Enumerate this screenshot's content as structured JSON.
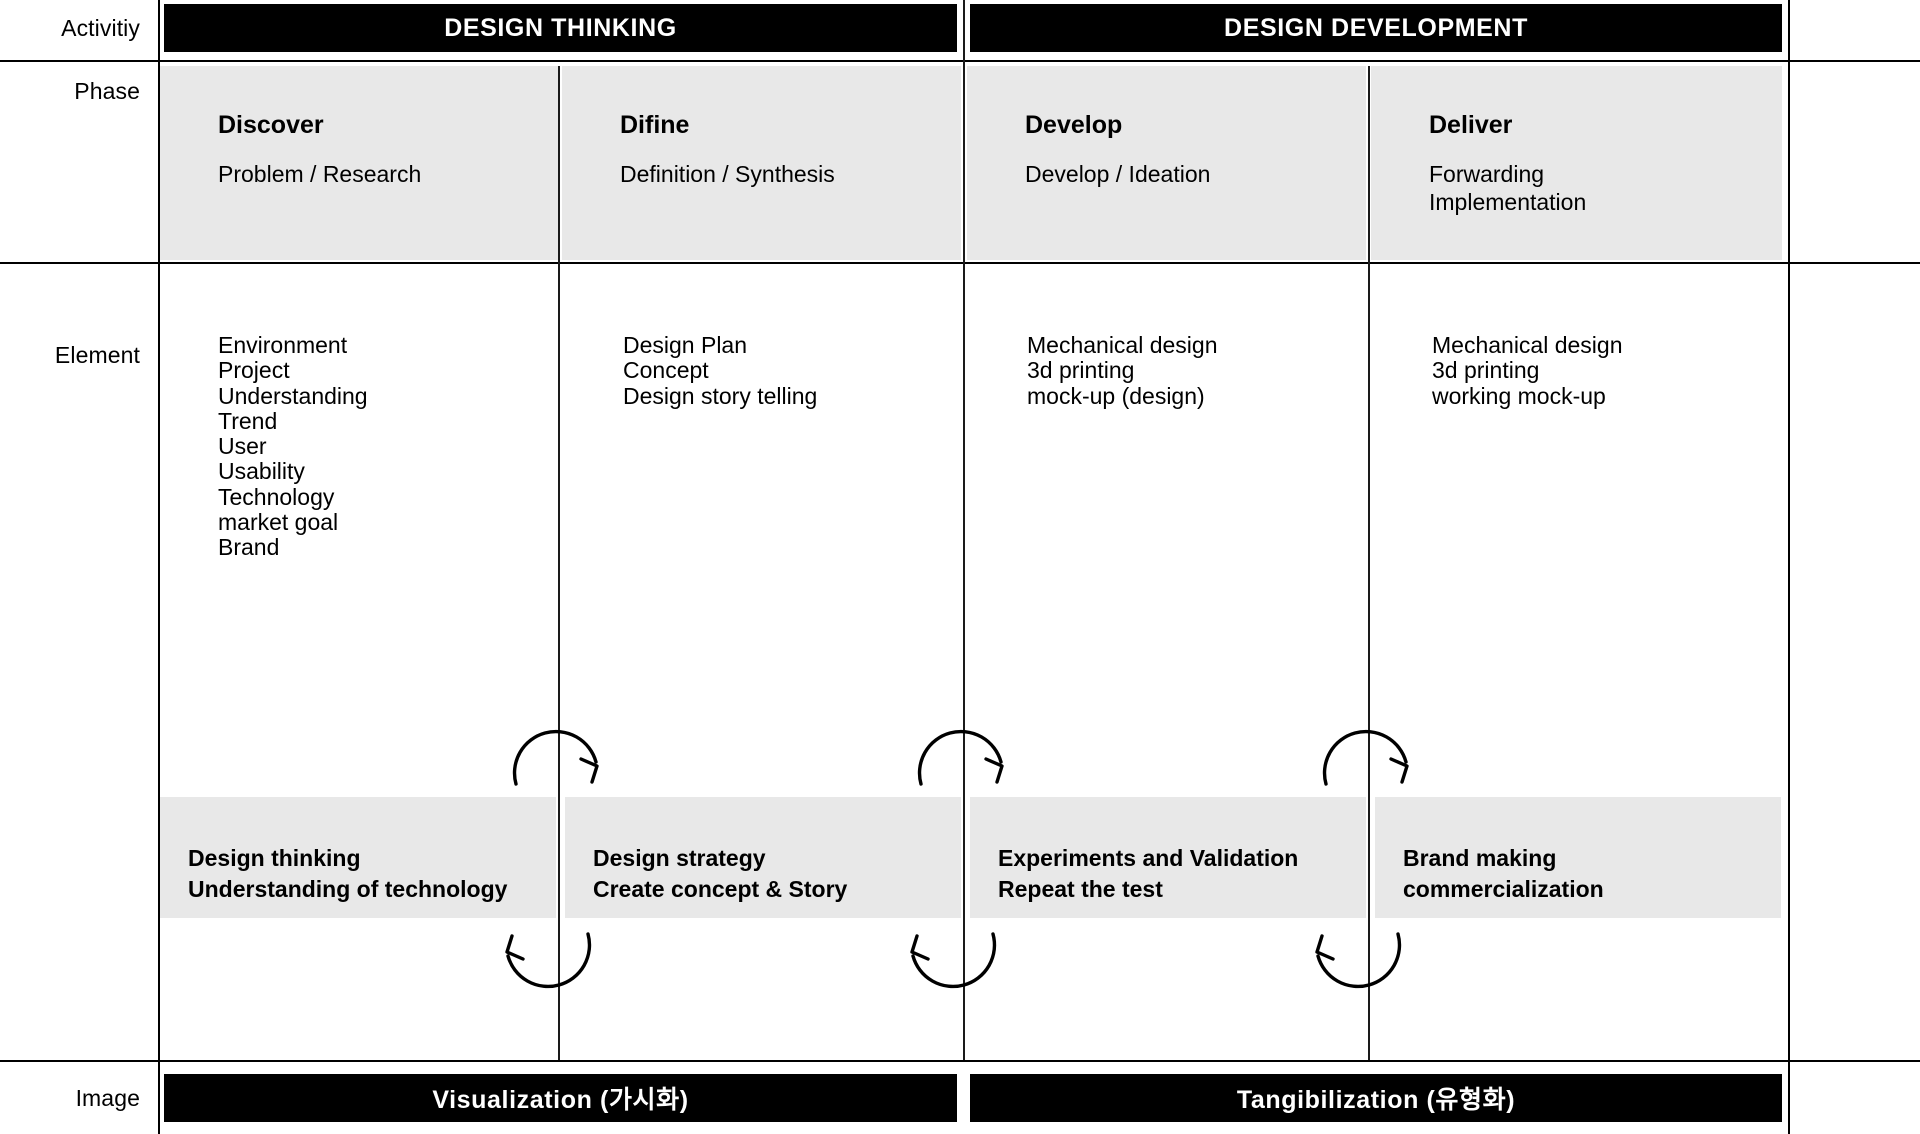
{
  "row_labels": {
    "activity": "Activitiy",
    "phase": "Phase",
    "element": "Element",
    "image": "Image"
  },
  "activity_banners": [
    {
      "label": "DESIGN THINKING"
    },
    {
      "label": "DESIGN DEVELOPMENT"
    }
  ],
  "phases": [
    {
      "title": "Discover",
      "subtitle": "Problem / Research"
    },
    {
      "title": "Difine",
      "subtitle": "Definition / Synthesis"
    },
    {
      "title": "Develop",
      "subtitle": "Develop / Ideation"
    },
    {
      "title": "Deliver",
      "subtitle_line1": "Forwarding",
      "subtitle_line2": "Implementation"
    }
  ],
  "elements": [
    {
      "items": [
        "Environment",
        "Project",
        "Understanding",
        "Trend",
        "User",
        "Usability",
        "Technology",
        "market goal",
        "Brand"
      ]
    },
    {
      "items": [
        "Design Plan",
        "Concept",
        "Design story telling"
      ]
    },
    {
      "items": [
        "Mechanical design",
        "3d printing",
        "mock-up (design)"
      ]
    },
    {
      "items": [
        "Mechanical design",
        "3d printing",
        "working mock-up"
      ]
    }
  ],
  "summaries": [
    {
      "line1": "Design thinking",
      "line2": "Understanding of technology"
    },
    {
      "line1": "Design strategy",
      "line2": "Create concept & Story"
    },
    {
      "line1": "Experiments and Validation",
      "line2": "Repeat the test"
    },
    {
      "line1": "Brand making",
      "line2": "commercialization"
    }
  ],
  "image_banners": [
    {
      "label": "Visualization (가시화)"
    },
    {
      "label": "Tangibilization (유형화)"
    }
  ],
  "colors": {
    "banner_bg": "#000000",
    "banner_text": "#ffffff",
    "phase_bg": "#e8e8e8",
    "summary_bg": "#e8e8e8",
    "rule": "#000000",
    "page_bg": "#ffffff"
  }
}
